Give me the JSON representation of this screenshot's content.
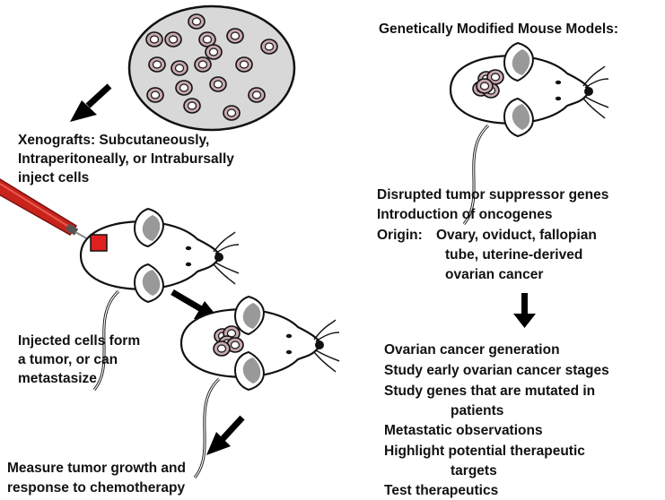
{
  "xenograft": {
    "title_lines": [
      "Xenografts: Subcutaneously,",
      "Intraperitoneally, or Intrabursally",
      "inject cells"
    ],
    "tumor_lines": [
      "Injected cells form",
      "a tumor, or can",
      "metastasize"
    ],
    "measure_lines": [
      "Measure tumor growth and",
      "response to chemotherapy"
    ]
  },
  "gemm": {
    "title": "Genetically Modified Mouse Models:",
    "methods": [
      "Disrupted tumor suppressor genes",
      "Introduction of oncogenes"
    ],
    "origin_label": "Origin:",
    "origin_lines": [
      "Ovary, oviduct, fallopian",
      "tube, uterine-derived",
      "ovarian  cancer"
    ],
    "applications": [
      "Ovarian cancer generation",
      "Study early ovarian cancer stages",
      "Study genes that are mutated in",
      "patients",
      "Metastatic observations",
      "Highlight potential therapeutic",
      "targets",
      "Test therapeutics"
    ]
  },
  "colors": {
    "dish": "#d8d8d8",
    "syringe": "#c8241c",
    "injection_site": "#e02020",
    "arrow": "#000000"
  },
  "icons": [
    "petri-dish",
    "mouse",
    "syringe",
    "arrow"
  ]
}
